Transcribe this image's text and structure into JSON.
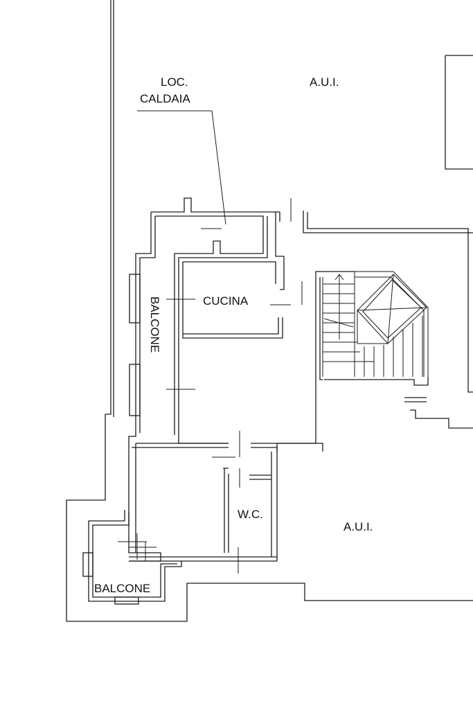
{
  "labels": {
    "loc_caldaia_line1": "LOC.",
    "loc_caldaia_line2": "CALDAIA",
    "aui_top": "A.U.I.",
    "cucina": "CUCINA",
    "balcone_left": "BALCONE",
    "wc": "W.C.",
    "aui_bottom": "A.U.I.",
    "balcone_bottom": "BALCONE"
  },
  "colors": {
    "line": "#1a1a1a",
    "background": "#ffffff"
  }
}
